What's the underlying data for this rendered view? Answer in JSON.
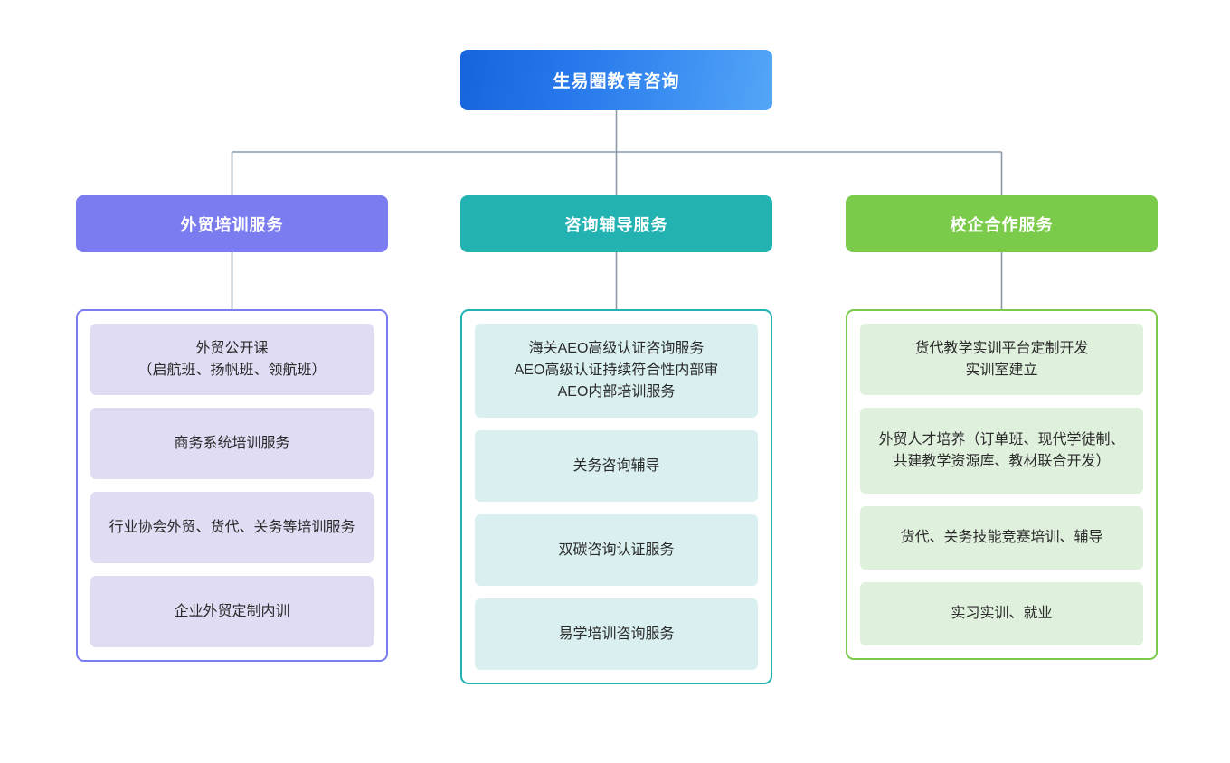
{
  "colors": {
    "root_gradient_from": "#1664dd",
    "root_gradient_to": "#53a6f7",
    "branch_purple": "#7b7cf0",
    "branch_teal": "#22b2b2",
    "branch_green": "#7bcb4b",
    "leaf_purple": "#e0dcf4",
    "leaf_teal": "#daf0f0",
    "leaf_green": "#dff0dc",
    "connector": "#8a9aa8",
    "background": "#ffffff",
    "header_text": "#ffffff",
    "leaf_text": "#2b2b2b"
  },
  "root": {
    "label": "生易圈教育咨询"
  },
  "branches": [
    {
      "label": "外贸培训服务",
      "accent": "#7b7cf0",
      "items": [
        {
          "text": "外贸公开课\n（启航班、扬帆班、领航班）",
          "lines": 2
        },
        {
          "text": "商务系统培训服务",
          "lines": 1
        },
        {
          "text": "行业协会外贸、货代、关务等培训服务",
          "lines": 2
        },
        {
          "text": "企业外贸定制内训",
          "lines": 1
        }
      ]
    },
    {
      "label": "咨询辅导服务",
      "accent": "#22b2b2",
      "items": [
        {
          "text": "海关AEO高级认证咨询服务\nAEO高级认证持续符合性内部审\nAEO内部培训服务",
          "lines": 3
        },
        {
          "text": "关务咨询辅导",
          "lines": 1
        },
        {
          "text": "双碳咨询认证服务",
          "lines": 1
        },
        {
          "text": "易学培训咨询服务",
          "lines": 1
        }
      ]
    },
    {
      "label": "校企合作服务",
      "accent": "#7bcb4b",
      "items": [
        {
          "text": "货代教学实训平台定制开发\n实训室建立",
          "lines": 2
        },
        {
          "text": "外贸人才培养（订单班、现代学徒制、共建教学资源库、教材联合开发）",
          "lines": 3
        },
        {
          "text": "货代、关务技能竞赛培训、辅导",
          "lines": 1
        },
        {
          "text": "实习实训、就业",
          "lines": 1
        }
      ]
    }
  ]
}
